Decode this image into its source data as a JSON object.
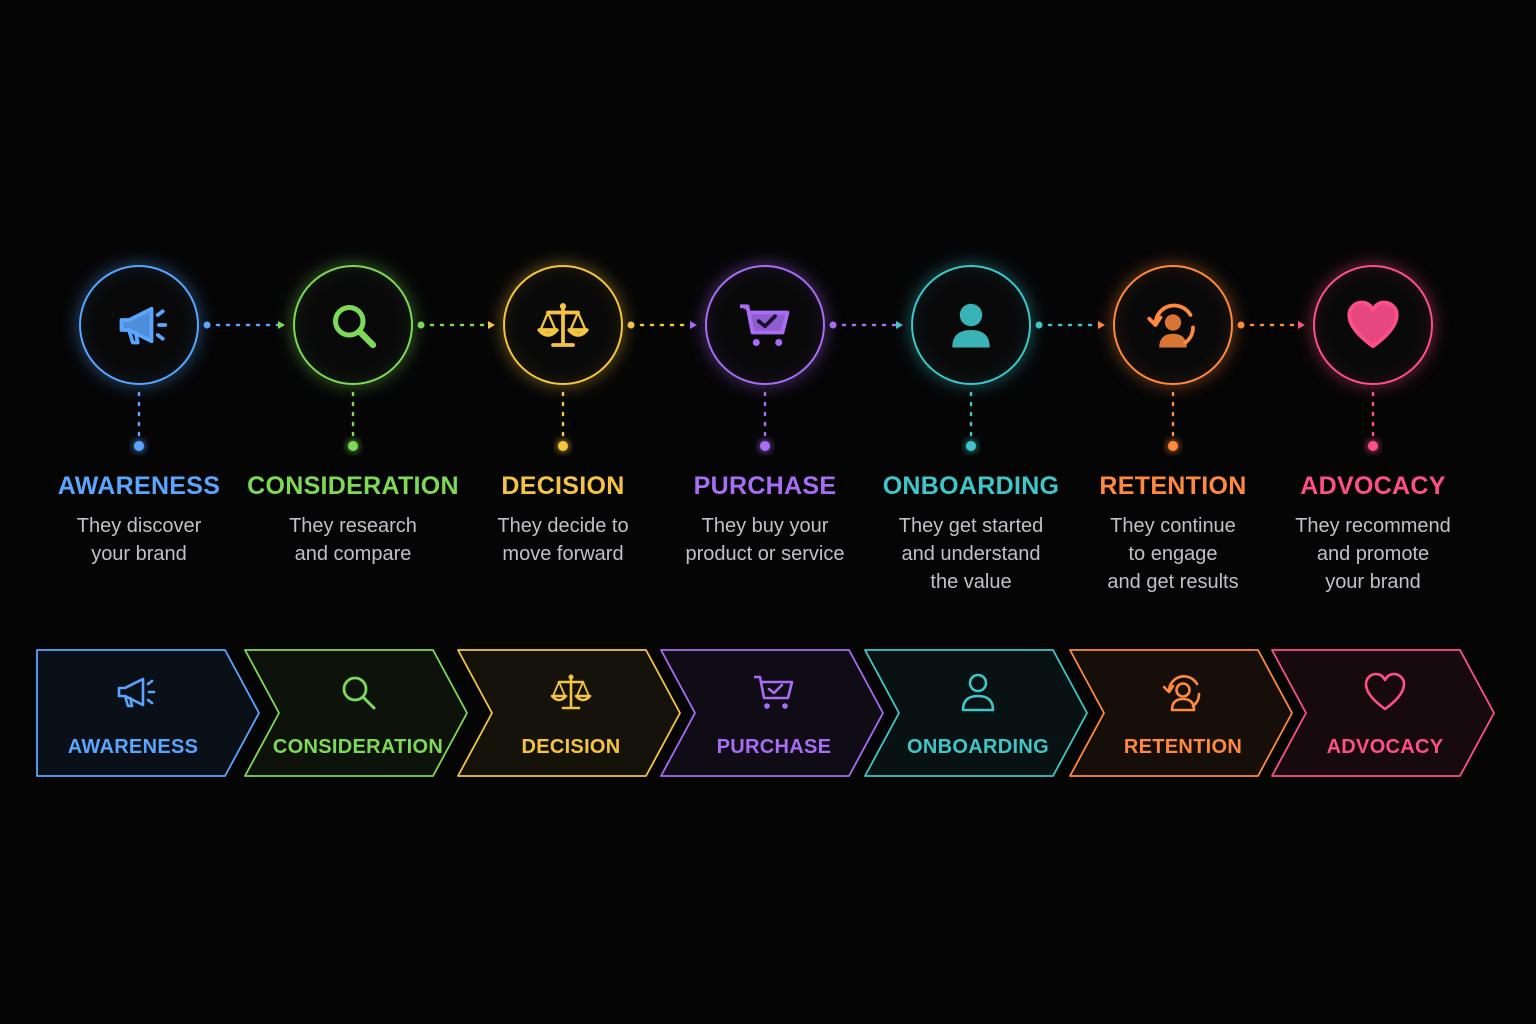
{
  "stages": [
    {
      "key": "awareness",
      "title": "AWARENESS",
      "desc": "They discover\nyour brand",
      "color": "#5aa6ff",
      "icon": "megaphone-icon",
      "chevron_label": "AWARENESS"
    },
    {
      "key": "consideration",
      "title": "CONSIDERATION",
      "desc": "They research\nand compare",
      "color": "#7ed957",
      "icon": "magnifier-icon",
      "chevron_label": "CONSIDERATION"
    },
    {
      "key": "decision",
      "title": "DECISION",
      "desc": "They decide to\nmove forward",
      "color": "#f5c542",
      "icon": "scales-icon",
      "chevron_label": "DECISION"
    },
    {
      "key": "purchase",
      "title": "PURCHASE",
      "desc": "They buy your\nproduct or service",
      "color": "#a86cf5",
      "icon": "cart-icon",
      "chevron_label": "PURCHASE"
    },
    {
      "key": "onboarding",
      "title": "ONBOARDING",
      "desc": "They get started\nand understand\nthe value",
      "color": "#3fc6c9",
      "icon": "user-icon",
      "chevron_label": "ONBOARDING"
    },
    {
      "key": "retention",
      "title": "RETENTION",
      "desc": "They continue\nto engage\nand get results",
      "color": "#ff8a3d",
      "icon": "user-cycle-icon",
      "chevron_label": "RETENTION"
    },
    {
      "key": "advocacy",
      "title": "ADVOCACY",
      "desc": "They recommend\nand promote\nyour brand",
      "color": "#ff4f8b",
      "icon": "heart-icon",
      "chevron_label": "ADVOCACY"
    }
  ]
}
